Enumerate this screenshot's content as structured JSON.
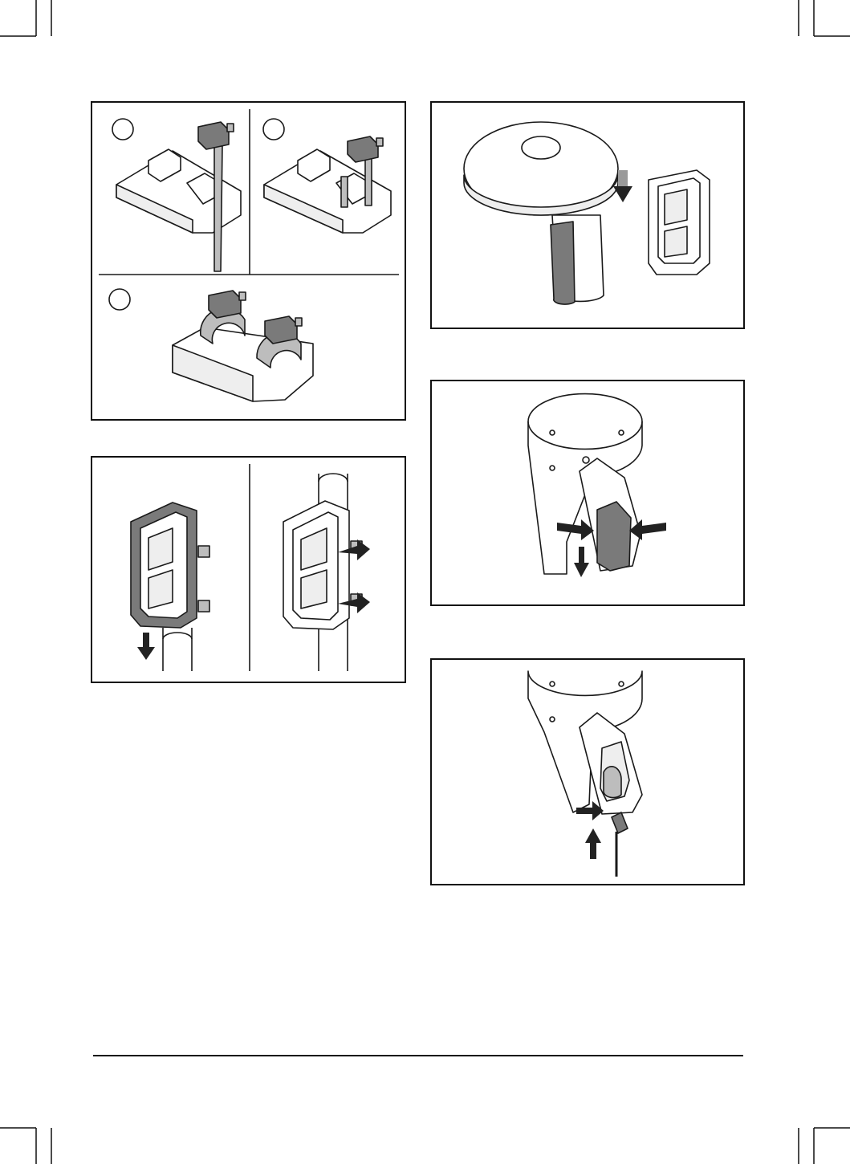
{
  "document": {
    "kind": "assembly-illustration-page",
    "colors": {
      "line": "#1a1a1a",
      "fill_light": "#ffffff",
      "fill_mid": "#bdbdbd",
      "fill_dark": "#7a7a7a",
      "arrow": "#222222"
    },
    "panels": [
      {
        "name": "bracket-strap-steps",
        "steps": 3
      },
      {
        "name": "clip-onto-pole",
        "steps": 2
      },
      {
        "name": "antenna-and-bracket",
        "steps": 1
      },
      {
        "name": "insert-antenna",
        "steps": 1
      },
      {
        "name": "connect-cable",
        "steps": 1
      }
    ]
  }
}
